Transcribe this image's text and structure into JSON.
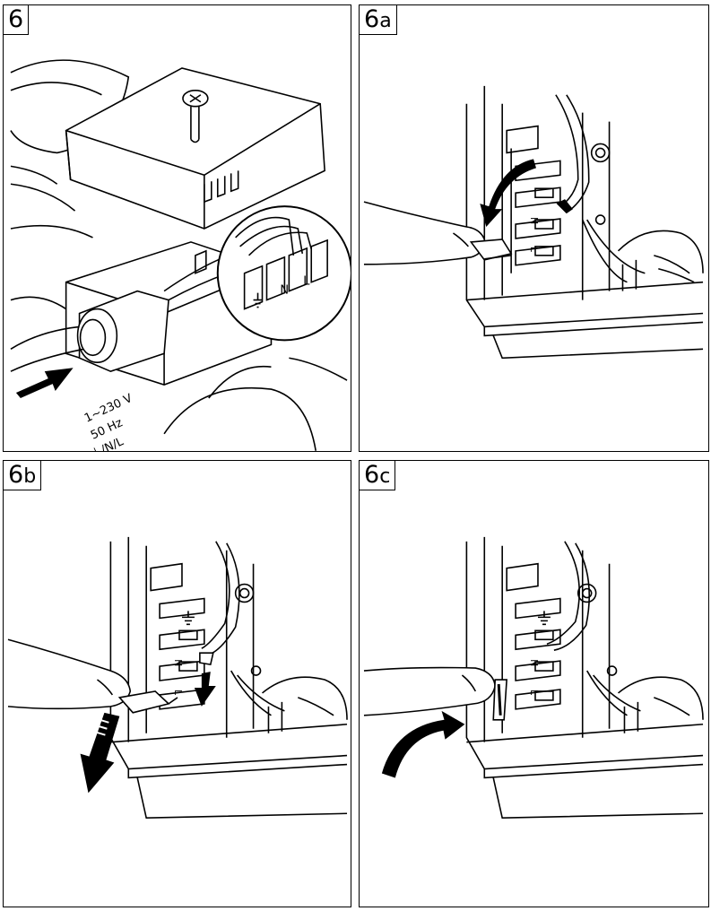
{
  "panels": [
    {
      "num": "6",
      "suffix": ""
    },
    {
      "num": "6",
      "suffix": "a"
    },
    {
      "num": "6",
      "suffix": "b"
    },
    {
      "num": "6",
      "suffix": "c"
    }
  ],
  "panel6": {
    "terminal_n": "N",
    "terminal_l": "L",
    "voltage": "1~230 V",
    "frequency": "50 Hz",
    "conductors": "⏚/N/L"
  },
  "terminals": {
    "n": "N",
    "l": "L"
  }
}
